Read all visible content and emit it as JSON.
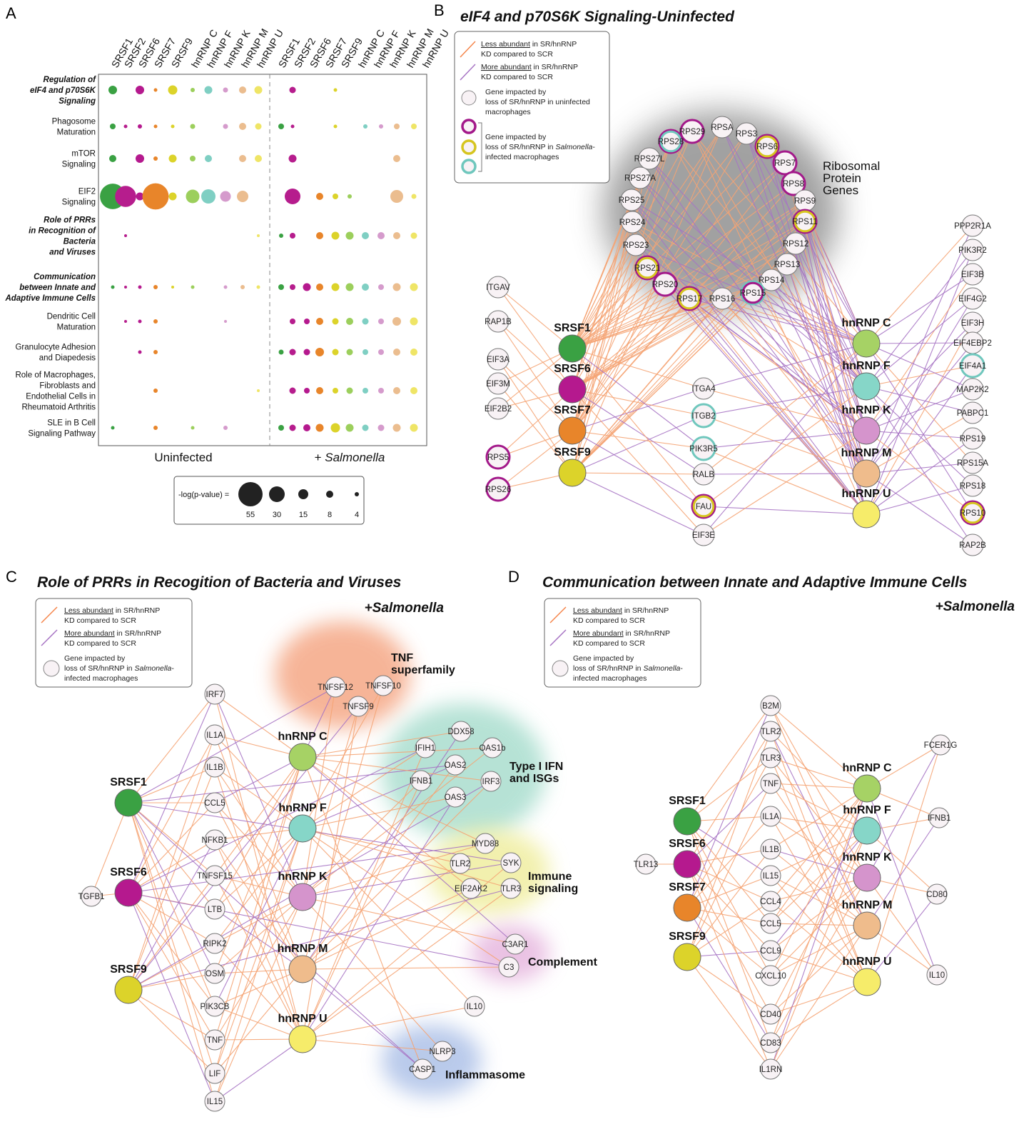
{
  "panel_labels": {
    "a": "A",
    "b": "B",
    "c": "C",
    "d": "D"
  },
  "colors": {
    "SRSF1": "#3aa143",
    "SRSF6": "#b5198e",
    "SRSF7": "#e8852a",
    "SRSF9": "#dcd32a",
    "hnRNP C": "#a6d265",
    "hnRNP F": "#86d6c8",
    "hnRNP K": "#d594cc",
    "hnRNP M": "#efbc8c",
    "hnRNP U": "#f6ec6a",
    "hnRNP_C_dot": "#9ccf5c",
    "hnRNP_F_dot": "#7fcfc3",
    "hnRNP_K_dot": "#d59bcc",
    "hnRNP_M_dot": "#ebbd8f",
    "hnRNP_U_dot": "#efe566",
    "SRSF2": "#b61d8d",
    "less_edge": "#f5a474",
    "more_edge": "#a774c4",
    "node_fill": "#f8f2f5",
    "node_stroke": "#777777",
    "ring_purple": "#a3198a",
    "ring_yellow": "#d6c51f",
    "ring_teal": "#6fc7bd"
  },
  "panel_a": {
    "columns": [
      "SRSF1",
      "SRSF2",
      "SRSF6",
      "SRSF7",
      "SRSF9",
      "hnRNP C",
      "hnRNP F",
      "hnRNP K",
      "hnRNP M",
      "hnRNP U"
    ],
    "rows": [
      {
        "lines": [
          "Regulation of",
          "eIF4 and p70S6K",
          "Signaling"
        ],
        "bold": true,
        "uninfected": [
          12,
          0,
          12,
          5,
          13,
          6,
          11,
          7,
          10,
          11
        ],
        "salmonella": [
          0,
          9,
          0,
          0,
          5,
          0,
          0,
          0,
          0,
          0
        ]
      },
      {
        "lines": [
          "Phagosome",
          "Maturation"
        ],
        "bold": false,
        "uninfected": [
          8,
          5,
          6,
          5,
          5,
          7,
          0,
          7,
          10,
          9
        ],
        "salmonella": [
          8,
          5,
          0,
          0,
          5,
          0,
          6,
          6,
          8,
          8
        ]
      },
      {
        "lines": [
          "mTOR",
          "Signaling"
        ],
        "bold": false,
        "uninfected": [
          10,
          0,
          12,
          6,
          11,
          8,
          10,
          0,
          10,
          10
        ],
        "salmonella": [
          0,
          11,
          0,
          0,
          0,
          0,
          0,
          0,
          10,
          0
        ]
      },
      {
        "lines": [
          "EIF2",
          "Signaling"
        ],
        "bold": false,
        "uninfected": [
          34,
          28,
          11,
          35,
          11,
          19,
          20,
          15,
          16,
          0
        ],
        "salmonella": [
          0,
          22,
          0,
          10,
          8,
          6,
          0,
          0,
          18,
          7
        ]
      },
      {
        "lines": [
          "Role of PRRs",
          "in Recognition of",
          "Bacteria",
          "and Viruses"
        ],
        "bold": true,
        "uninfected": [
          0,
          4,
          0,
          0,
          0,
          0,
          0,
          0,
          0,
          4
        ],
        "salmonella": [
          6,
          8,
          0,
          10,
          11,
          11,
          10,
          10,
          10,
          9
        ]
      },
      {
        "lines": [
          "Communication",
          "between Innate and",
          "Adaptive Immune Cells"
        ],
        "bold": true,
        "uninfected": [
          5,
          4,
          5,
          6,
          4,
          5,
          0,
          5,
          6,
          5
        ],
        "salmonella": [
          8,
          8,
          11,
          10,
          11,
          11,
          10,
          8,
          11,
          11
        ]
      },
      {
        "lines": [
          "Dendritic Cell",
          "Maturation"
        ],
        "bold": false,
        "uninfected": [
          0,
          4,
          5,
          6,
          0,
          0,
          0,
          4,
          0,
          0
        ],
        "salmonella": [
          0,
          8,
          8,
          10,
          9,
          10,
          9,
          8,
          12,
          11
        ]
      },
      {
        "lines": [
          "Granulocyte Adhesion",
          "and Diapedesis"
        ],
        "bold": false,
        "uninfected": [
          0,
          0,
          5,
          6,
          0,
          0,
          0,
          0,
          0,
          0
        ],
        "salmonella": [
          7,
          9,
          9,
          12,
          9,
          9,
          8,
          8,
          10,
          10
        ]
      },
      {
        "lines": [
          "Role of Macrophages,",
          "Fibroblasts and",
          "Endothelial Cells in",
          "Rheumatoid Arthritis"
        ],
        "bold": false,
        "uninfected": [
          0,
          0,
          0,
          6,
          0,
          0,
          0,
          0,
          0,
          4
        ],
        "salmonella": [
          0,
          9,
          8,
          10,
          8,
          9,
          8,
          8,
          10,
          10
        ]
      },
      {
        "lines": [
          "SLE in B Cell",
          "Signaling Pathway"
        ],
        "bold": false,
        "uninfected": [
          5,
          0,
          0,
          6,
          0,
          5,
          0,
          6,
          0,
          0
        ],
        "salmonella": [
          8,
          9,
          10,
          11,
          13,
          11,
          9,
          9,
          11,
          11
        ]
      }
    ],
    "conditions": {
      "uninfected": "Uninfected",
      "salmonella_prefix": "+ ",
      "salmonella": "Salmonella"
    },
    "size_legend": {
      "label": "-log(p-value) =",
      "values": [
        "55",
        "30",
        "15",
        "8",
        "4"
      ],
      "radii": [
        17,
        11,
        7,
        5,
        3
      ]
    }
  },
  "legend_edges": {
    "less": {
      "u": "Less abundant",
      "rest": " in SR/hnRNP",
      "line2": "KD compared to SCR"
    },
    "more": {
      "u": "More abundant",
      "rest": " in SR/hnRNP",
      "line2": "KD compared to SCR"
    }
  },
  "panel_b": {
    "title": "eIF4 and p70S6K Signaling-Uninfected",
    "legend_uninf": [
      "Gene impacted by",
      "loss of SR/hnRNP in uninfected",
      "macrophages"
    ],
    "legend_inf": {
      "line1": "Gene impacted by",
      "line2_pre": "loss of SR/hnRNP in ",
      "line2_it": "Salmonella",
      "line2_post": "-",
      "line3": "infected macrophages"
    },
    "group_label": [
      "Ribosomal",
      "Protein",
      "Genes"
    ],
    "hubs_left": [
      "SRSF1",
      "SRSF6",
      "SRSF7",
      "SRSF9"
    ],
    "hubs_right": [
      "hnRNP C",
      "hnRNP F",
      "hnRNP K",
      "hnRNP M",
      "hnRNP U"
    ],
    "rps": [
      "RPS29",
      "RPSA",
      "RPS3",
      "RPS28",
      "RPS6",
      "RPS27L",
      "RPS7",
      "RPS27A",
      "RPS8",
      "RPS9",
      "RPS25",
      "RPS11",
      "RPS24",
      "RPS12",
      "RPS23",
      "RPS13",
      "RPS21",
      "RPS14",
      "RPS20",
      "RPS15",
      "RPS17",
      "RPS16"
    ],
    "left_genes": [
      "ITGAV",
      "RAP1B",
      "EIF3A",
      "EIF3M",
      "EIF2B2",
      "RPS5",
      "RPS26"
    ],
    "mid_genes": [
      "ITGA4",
      "ITGB2",
      "PIK3R5",
      "RALB",
      "FAU",
      "EIF3E"
    ],
    "right_genes": [
      "PPP2R1A",
      "PIK3R2",
      "EIF3B",
      "EIF4G2",
      "EIF3H",
      "EIF4EBP2",
      "EIF4A1",
      "MAP2K2",
      "PABPC1",
      "RPS19",
      "RPS15A",
      "RPS18",
      "RPS10",
      "RAP2B"
    ]
  },
  "panel_c": {
    "title": "Role of PRRs in Recogition of Bacteria and Viruses",
    "subtitle": "+Salmonella",
    "legend_node": {
      "line1": "Gene impacted by",
      "line2_pre": "loss of SR/hnRNP in ",
      "line2_it": "Salmonella",
      "line2_post": "-",
      "line3": "infected macrophages"
    },
    "hubs_left": [
      "SRSF1",
      "SRSF6",
      "SRSF9"
    ],
    "hubs_right": [
      "hnRNP C",
      "hnRNP F",
      "hnRNP K",
      "hnRNP M",
      "hnRNP U"
    ],
    "left_col": [
      "TGFB1"
    ],
    "mid_col": [
      "IRF7",
      "IL1A",
      "IL1B",
      "CCL5",
      "NFKB1",
      "TNFSF15",
      "LTB",
      "RIPK2",
      "OSM",
      "PIK3CB",
      "TNF",
      "LIF",
      "IL15"
    ],
    "groups": [
      {
        "label": [
          "TNF",
          "superfamily"
        ],
        "genes": [
          "TNFSF12",
          "TNFSF10",
          "TNFSF9"
        ]
      },
      {
        "label": [
          "Type I IFN",
          "and ISGs"
        ],
        "genes": [
          "DDX58",
          "IFIH1",
          "OAS1b",
          "OAS2",
          "IFNB1",
          "IRF3",
          "OAS3"
        ]
      },
      {
        "label": [
          "Immune",
          "signaling"
        ],
        "genes": [
          "MYD88",
          "TLR2",
          "SYK",
          "EIF2AK2",
          "TLR3"
        ]
      },
      {
        "label": [
          "Complement"
        ],
        "genes": [
          "C3AR1",
          "C3"
        ]
      },
      {
        "label": [
          "Inflammasome"
        ],
        "genes": [
          "NLRP3",
          "CASP1"
        ]
      }
    ],
    "extra": [
      "IL10"
    ]
  },
  "panel_d": {
    "title": "Communication between Innate and Adaptive Immune Cells",
    "subtitle": "+Salmonella",
    "hubs_left": [
      "SRSF1",
      "SRSF6",
      "SRSF7",
      "SRSF9"
    ],
    "hubs_right": [
      "hnRNP C",
      "hnRNP F",
      "hnRNP K",
      "hnRNP M",
      "hnRNP U"
    ],
    "left_col": [
      "TLR13"
    ],
    "mid_col": [
      "B2M",
      "TLR2",
      "TLR3",
      "TNF",
      "IL1A",
      "IL1B",
      "IL15",
      "CCL4",
      "CCL5",
      "CCL9",
      "CXCL10",
      "CD40",
      "CD83",
      "IL1RN"
    ],
    "right_col": [
      "FCER1G",
      "IFNB1",
      "CD80",
      "IL10"
    ]
  }
}
